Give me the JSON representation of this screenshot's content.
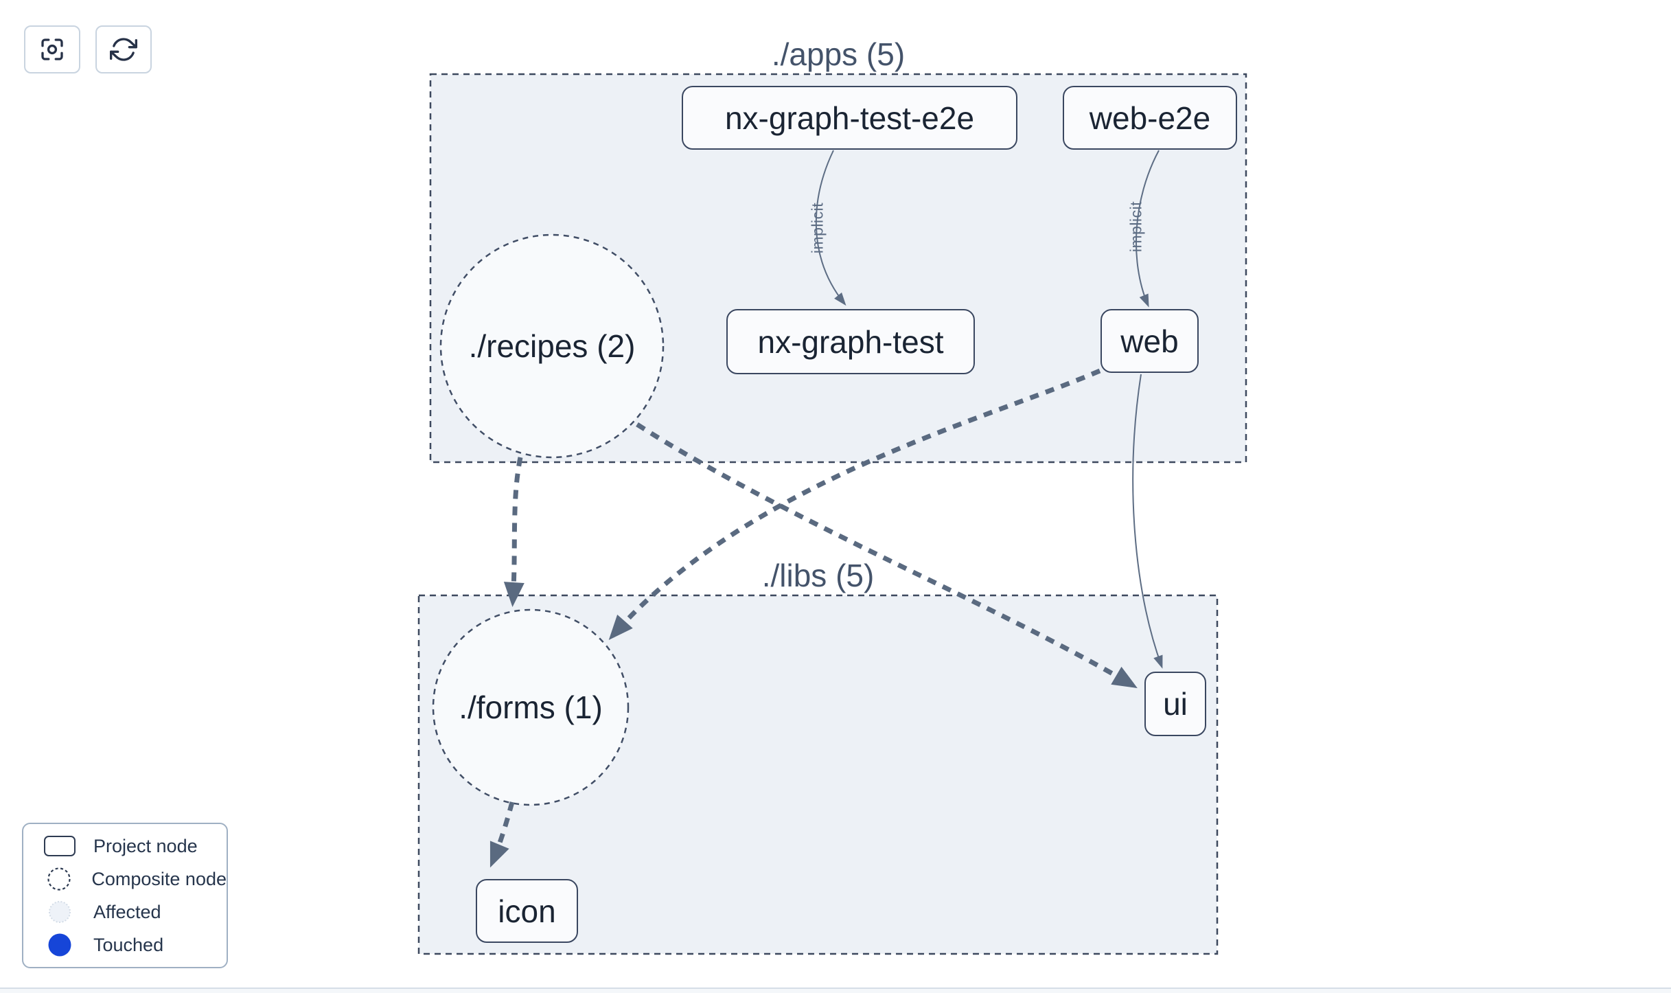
{
  "toolbar": {
    "buttons": [
      {
        "name": "focus",
        "icon": "focus-icon"
      },
      {
        "name": "refresh",
        "icon": "refresh-icon"
      }
    ]
  },
  "groups": {
    "apps": {
      "label": "./apps (5)"
    },
    "libs": {
      "label": "./libs (5)"
    }
  },
  "nodes": {
    "nx_graph_test_e2e": {
      "label": "nx-graph-test-e2e",
      "type": "project"
    },
    "web_e2e": {
      "label": "web-e2e",
      "type": "project"
    },
    "nx_graph_test": {
      "label": "nx-graph-test",
      "type": "project"
    },
    "web": {
      "label": "web",
      "type": "project"
    },
    "ui": {
      "label": "ui",
      "type": "project"
    },
    "icon": {
      "label": "icon",
      "type": "project"
    },
    "recipes": {
      "label": "./recipes (2)",
      "type": "composite"
    },
    "forms": {
      "label": "./forms (1)",
      "type": "composite"
    }
  },
  "edges": {
    "implicit_label": "implicit",
    "list": [
      {
        "from": "nx-graph-test-e2e",
        "to": "nx-graph-test",
        "label": "implicit",
        "style": "solid"
      },
      {
        "from": "web-e2e",
        "to": "web",
        "label": "implicit",
        "style": "solid"
      },
      {
        "from": "web",
        "to": "ui",
        "style": "solid"
      },
      {
        "from": "./recipes (2)",
        "to": "./forms (1)",
        "style": "dashed"
      },
      {
        "from": "./recipes (2)",
        "to": "ui",
        "style": "dashed"
      },
      {
        "from": "web",
        "to": "./forms (1)",
        "style": "dashed"
      },
      {
        "from": "./forms (1)",
        "to": "icon",
        "style": "dashed"
      }
    ]
  },
  "legend": {
    "items": [
      {
        "label": "Project node",
        "swatch": "project-rect"
      },
      {
        "label": "Composite node",
        "swatch": "dashed-circle"
      },
      {
        "label": "Affected",
        "swatch": "affected-circle"
      },
      {
        "label": "Touched",
        "swatch": "touched-circle"
      }
    ]
  },
  "colors": {
    "touched": "#1645d8",
    "affected_fill": "#eef2f8",
    "affected_border": "#d3dce7",
    "group_fill": "#edf1f6",
    "node_fill": "#fafbfd",
    "edge": "#5a6a80",
    "border_dark": "#3d495e"
  }
}
